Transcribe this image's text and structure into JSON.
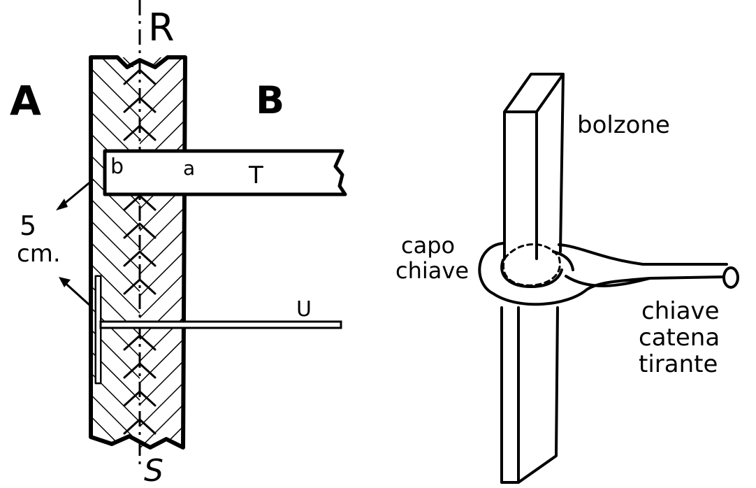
{
  "left_figure": {
    "label_a_side": "A",
    "label_b_side": "B",
    "label_axis_top": "R",
    "label_axis_bottom": "S",
    "label_beam_b": "b",
    "label_beam_a": "a",
    "label_beam_t": "T",
    "label_rod_u": "U",
    "label_distance": "5",
    "label_unit": "cm."
  },
  "right_figure": {
    "label_bolzone": "bolzone",
    "label_capo": "capo",
    "label_chiave_head": "chiave",
    "label_chiave": "chiave",
    "label_catena": "catena",
    "label_tirante": "tirante"
  }
}
